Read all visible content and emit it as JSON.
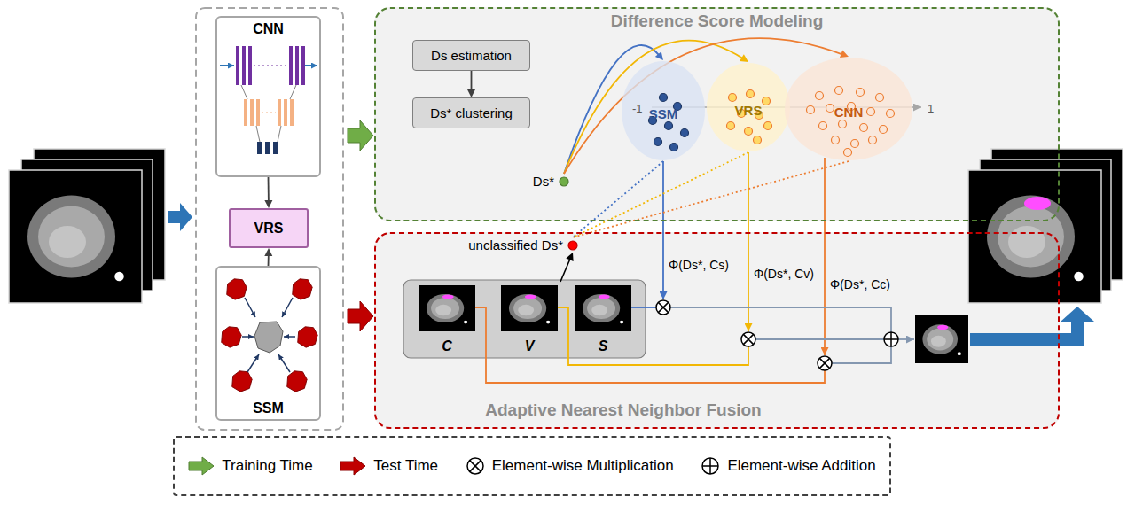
{
  "diagram": {
    "nodes": [
      {
        "text": [
          "CNN"
        ]
      },
      {
        "text": [
          "VRS"
        ]
      },
      {
        "text": [
          "SSM"
        ]
      },
      {
        "text": [
          "Difference Score Modeling"
        ]
      },
      {
        "text": [
          "Ds estimation"
        ],
        "in": 3
      },
      {
        "text": [
          "Ds* clustering"
        ],
        "in": 3
      },
      {
        "text": [
          "SSM"
        ],
        "in": 3
      },
      {
        "text": [
          "VRS"
        ],
        "in": 3
      },
      {
        "text": [
          "CNN"
        ],
        "in": 3
      },
      {
        "text": [
          "Ds*"
        ],
        "in": 3
      },
      {
        "text": [
          "Adaptive Nearest Neighbor Fusion"
        ]
      },
      {
        "text": [
          "unclassified Ds*"
        ],
        "in": 10
      },
      {
        "text": [
          "C"
        ],
        "in": 10
      },
      {
        "text": [
          "V"
        ],
        "in": 10
      },
      {
        "text": [
          "S"
        ],
        "in": 10
      }
    ],
    "edges": [
      {
        "from": 0,
        "to": 1,
        "arrow": "to"
      },
      {
        "from": 2,
        "to": 1,
        "arrow": "to"
      },
      {
        "from": 4,
        "to": 5,
        "arrow": "to"
      },
      {
        "from": 9,
        "to": 6,
        "arrow": "to"
      },
      {
        "from": 9,
        "to": 7,
        "arrow": "to"
      },
      {
        "from": 9,
        "to": 8,
        "arrow": "to"
      },
      {
        "from": 6,
        "to": 11,
        "arrow": "none"
      },
      {
        "from": 7,
        "to": 11,
        "arrow": "none"
      },
      {
        "from": 8,
        "to": 11,
        "arrow": "none"
      }
    ],
    "labels": [
      "-1",
      "1",
      "Φ(Ds*, Cs)",
      "Φ(Ds*, Cv)",
      "Φ(Ds*, Cc)"
    ],
    "legend": [
      {
        "text": "Training Time"
      },
      {
        "text": "Test Time"
      },
      {
        "text": "Element-wise Multiplication"
      },
      {
        "text": "Element-wise Addition"
      }
    ]
  }
}
